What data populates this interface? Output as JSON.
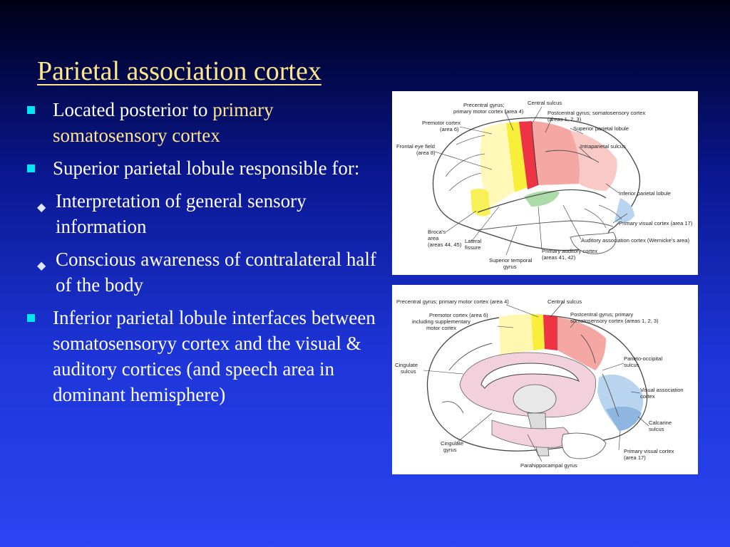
{
  "title": "Parietal association cortex",
  "bullets": {
    "b1_text": "Located posterior to ",
    "b1_highlight": "primary somatosensory cortex",
    "b2": "Superior parietal lobule responsible for:",
    "b2_sub1": "Interpretation of general sensory information",
    "b2_sub2": "Conscious awareness of contralateral half of the body",
    "b3": "Inferior parietal lobule interfaces between somatosensoryy cortex and the visual & auditory cortices (and speech area in dominant hemisphere)"
  },
  "figure_lateral": {
    "labels": {
      "precentral": "Precentral gyrus;",
      "precentral2": "primary motor cortex (area 4)",
      "central": "Central sulcus",
      "postcentral": "Postcentral gyrus; somatosensory cortex",
      "postcentral2": "(areas 1, 2, 3)",
      "premotor": "Premotor cortex",
      "premotor2": "(area 6)",
      "superior_parietal": "Superior parietal lobule",
      "frontal_eye": "Frontal eye field",
      "frontal_eye2": "(area 8)",
      "intraparietal": "Intraparietal sulcus",
      "inferior_parietal": "Inferior parietal lobule",
      "primary_visual": "Primary visual cortex (area 17)",
      "brocas": "Broca's",
      "brocas2": "area",
      "brocas3": "(areas 44, 45)",
      "lateral": "Lateral",
      "lateral2": "fissure",
      "auditory_assoc": "Auditory association cortex (Wernicke's area)",
      "primary_auditory": "Primary auditory cortex",
      "primary_auditory2": "(areas 41, 42)",
      "superior_temporal": "Superior temporal",
      "superior_temporal2": "gyrus"
    }
  },
  "figure_medial": {
    "labels": {
      "precentral": "Precentral gyrus; primary motor cortex (area 4)",
      "central": "Central sulcus",
      "premotor": "Premotor cortex (area 6)",
      "premotor2": "including supplementary",
      "premotor3": "motor cortex",
      "postcentral": "Postcentral gyrus; primary",
      "postcentral2": "somatosensory cortex (areas 1, 2, 3)",
      "cingulate_sulcus": "Cingulate",
      "cingulate_sulcus2": "sulcus",
      "parieto_occipital": "Parieto-occipital",
      "parieto_occipital2": "sulcus",
      "visual_assoc": "Visual association",
      "visual_assoc2": "cortex",
      "calcarine": "Calcarine",
      "calcarine2": "sulcus",
      "cingulate_gyrus": "Cingulate",
      "cingulate_gyrus2": "gyrus",
      "primary_visual": "Primary visual cortex",
      "primary_visual2": "(area 17)",
      "parahippocampal": "Parahippocampal gyrus"
    }
  },
  "colors": {
    "title": "#ffe68c",
    "bullet_square": "#00e6f0",
    "highlight": "#ffe68c",
    "motor_red": "#ee3344",
    "premotor_yellow": "#f7ef3a",
    "somatosensory_pink": "#f5a7a3",
    "visual_blue": "#b8d4ee"
  }
}
